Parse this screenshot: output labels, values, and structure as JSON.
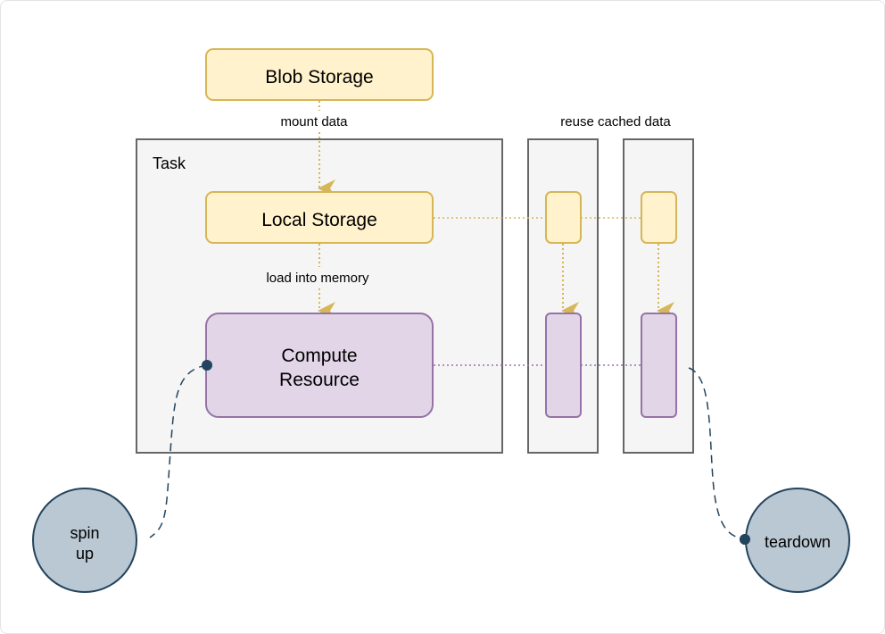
{
  "nodes": {
    "blob_storage": "Blob Storage",
    "local_storage": "Local Storage",
    "compute_line1": "Compute",
    "compute_line2": "Resource",
    "task": "Task",
    "spin_up_line1": "spin",
    "spin_up_line2": "up",
    "teardown": "teardown"
  },
  "edges": {
    "mount_data": "mount data",
    "load_into_memory": "load into memory",
    "reuse_cached_data": "reuse cached data"
  },
  "colors": {
    "storage_fill": "#fff2cc",
    "storage_stroke": "#d6b656",
    "compute_fill": "#e1d5e7",
    "compute_stroke": "#9673a6",
    "container_fill": "#f5f5f5",
    "container_stroke": "#666666",
    "circle_fill": "#bac8d3",
    "circle_stroke": "#23445d"
  }
}
